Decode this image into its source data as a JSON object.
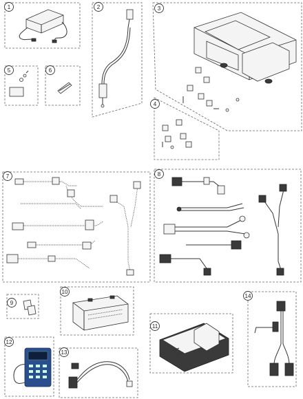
{
  "callouts": [
    {
      "id": "1",
      "label": "1"
    },
    {
      "id": "2",
      "label": "2"
    },
    {
      "id": "3",
      "label": "3"
    },
    {
      "id": "4",
      "label": "4"
    },
    {
      "id": "5",
      "label": "5"
    },
    {
      "id": "6",
      "label": "6"
    },
    {
      "id": "7",
      "label": "7"
    },
    {
      "id": "8",
      "label": "8"
    },
    {
      "id": "9",
      "label": "9"
    },
    {
      "id": "10",
      "label": "10"
    },
    {
      "id": "11",
      "label": "11"
    },
    {
      "id": "12",
      "label": "12"
    },
    {
      "id": "13",
      "label": "13"
    },
    {
      "id": "14",
      "label": "14"
    }
  ],
  "colors": {
    "outline": "#666666",
    "part_fill": "#f4f4f4",
    "dark": "#3a3a3a",
    "programmer_blue": "#2b4f8c"
  }
}
